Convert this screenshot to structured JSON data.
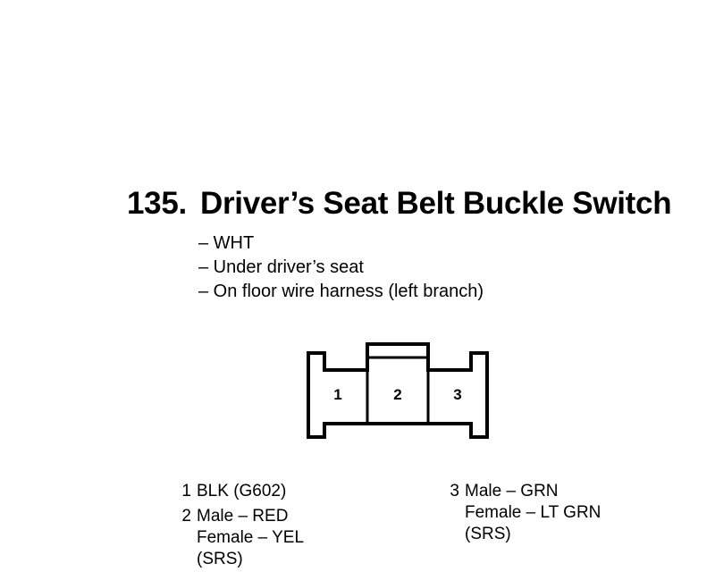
{
  "component": {
    "number": "135.",
    "name": "Driver’s Seat Belt Buckle Switch"
  },
  "properties": [
    "– WHT",
    "– Under driver’s seat",
    "– On floor wire harness (left branch)"
  ],
  "connector": {
    "cavities": [
      "1",
      "2",
      "3"
    ]
  },
  "pins": [
    {
      "number": "1",
      "lines": [
        "BLK (G602)"
      ]
    },
    {
      "number": "2",
      "lines": [
        "Male – RED",
        "Female – YEL",
        "(SRS)"
      ]
    },
    {
      "number": "3",
      "lines": [
        "Male – GRN",
        "Female – LT GRN",
        "(SRS)"
      ]
    }
  ]
}
